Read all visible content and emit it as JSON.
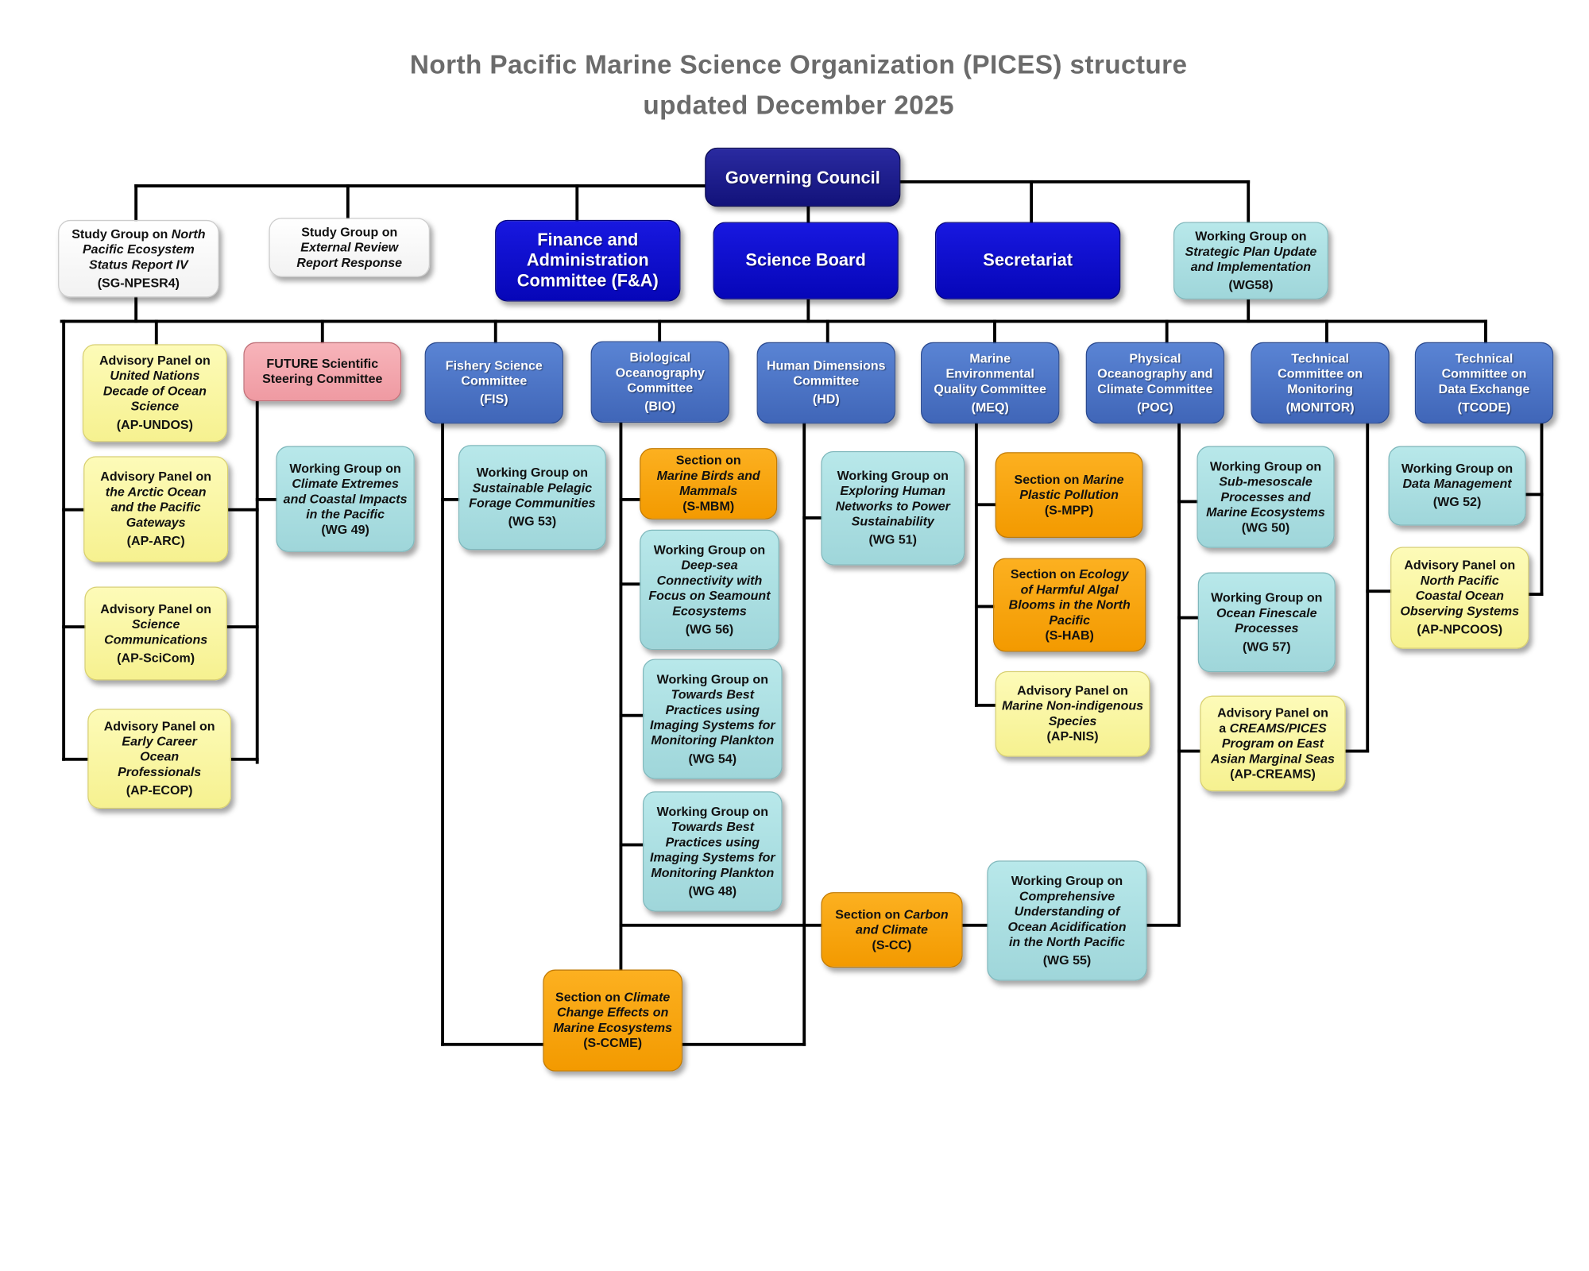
{
  "title": {
    "line1": "North Pacific Marine Science Organization (PICES) structure",
    "line2": "updated December 2025"
  },
  "colors": {
    "navy": "#1a1a8c",
    "blue": "#0a0ad0",
    "committee": "#4a72c4",
    "working_group": "#a8dde0",
    "advisory_panel": "#fbf8a0",
    "section": "#f9a30b",
    "future": "#f4a4ac"
  },
  "boxes": [
    {
      "id": "gc",
      "lines": [
        [
          {
            "t": "Governing Council"
          }
        ]
      ]
    },
    {
      "id": "sg-npesr4",
      "lines": [
        [
          {
            "t": "Study Group on "
          },
          {
            "t": "North",
            "i": 1
          }
        ],
        [
          {
            "t": "Pacific Ecosystem",
            "i": 1
          }
        ],
        [
          {
            "t": "Status Report IV",
            "i": 1
          }
        ],
        [
          {
            "t": "(SG-NPESR4)",
            "c": 1
          }
        ]
      ]
    },
    {
      "id": "sg-err",
      "lines": [
        [
          {
            "t": "Study Group on"
          }
        ],
        [
          {
            "t": "External Review",
            "i": 1
          }
        ],
        [
          {
            "t": "Report Response",
            "i": 1
          }
        ]
      ]
    },
    {
      "id": "fa",
      "lines": [
        [
          {
            "t": "Finance and"
          }
        ],
        [
          {
            "t": "Administration"
          }
        ],
        [
          {
            "t": "Committee (F&A)"
          }
        ]
      ]
    },
    {
      "id": "sb",
      "lines": [
        [
          {
            "t": "Science Board"
          }
        ]
      ]
    },
    {
      "id": "sec",
      "lines": [
        [
          {
            "t": "Secretariat"
          }
        ]
      ]
    },
    {
      "id": "wg58",
      "lines": [
        [
          {
            "t": "Working Group on"
          }
        ],
        [
          {
            "t": "Strategic Plan Update",
            "i": 1
          }
        ],
        [
          {
            "t": "and Implementation",
            "i": 1
          }
        ],
        [
          {
            "t": "(WG58)",
            "c": 1
          }
        ]
      ]
    },
    {
      "id": "ap-undos",
      "lines": [
        [
          {
            "t": "Advisory Panel on"
          }
        ],
        [
          {
            "t": "United Nations",
            "i": 1
          }
        ],
        [
          {
            "t": "Decade of Ocean",
            "i": 1
          }
        ],
        [
          {
            "t": "Science",
            "i": 1
          }
        ],
        [
          {
            "t": "(AP-UNDOS)",
            "c": 1
          }
        ]
      ]
    },
    {
      "id": "future",
      "lines": [
        [
          {
            "t": "FUTURE Scientific"
          }
        ],
        [
          {
            "t": "Steering Committee"
          }
        ]
      ]
    },
    {
      "id": "fis",
      "lines": [
        [
          {
            "t": "Fishery Science"
          }
        ],
        [
          {
            "t": "Committee"
          }
        ],
        [
          {
            "t": "(FIS)",
            "c": 1
          }
        ]
      ]
    },
    {
      "id": "bio",
      "lines": [
        [
          {
            "t": "Biological"
          }
        ],
        [
          {
            "t": "Oceanography"
          }
        ],
        [
          {
            "t": "Committee"
          }
        ],
        [
          {
            "t": "(BIO)",
            "c": 1
          }
        ]
      ]
    },
    {
      "id": "hd",
      "lines": [
        [
          {
            "t": "Human Dimensions"
          }
        ],
        [
          {
            "t": "Committee"
          }
        ],
        [
          {
            "t": "(HD)",
            "c": 1
          }
        ]
      ]
    },
    {
      "id": "meq",
      "lines": [
        [
          {
            "t": "Marine"
          }
        ],
        [
          {
            "t": "Environmental"
          }
        ],
        [
          {
            "t": "Quality Committee"
          }
        ],
        [
          {
            "t": "(MEQ)",
            "c": 1
          }
        ]
      ]
    },
    {
      "id": "poc",
      "lines": [
        [
          {
            "t": "Physical"
          }
        ],
        [
          {
            "t": "Oceanography and"
          }
        ],
        [
          {
            "t": "Climate Committee"
          }
        ],
        [
          {
            "t": "(POC)",
            "c": 1
          }
        ]
      ]
    },
    {
      "id": "monitor",
      "lines": [
        [
          {
            "t": "Technical"
          }
        ],
        [
          {
            "t": "Committee on"
          }
        ],
        [
          {
            "t": "Monitoring"
          }
        ],
        [
          {
            "t": "(MONITOR)",
            "c": 1
          }
        ]
      ]
    },
    {
      "id": "tcode",
      "lines": [
        [
          {
            "t": "Technical"
          }
        ],
        [
          {
            "t": "Committee on"
          }
        ],
        [
          {
            "t": "Data Exchange"
          }
        ],
        [
          {
            "t": "(TCODE)",
            "c": 1
          }
        ]
      ]
    },
    {
      "id": "ap-arc",
      "lines": [
        [
          {
            "t": "Advisory Panel on"
          }
        ],
        [
          {
            "t": "the Arctic Ocean",
            "i": 1
          }
        ],
        [
          {
            "t": "and the Pacific",
            "i": 1
          }
        ],
        [
          {
            "t": "Gateways",
            "i": 1
          }
        ],
        [
          {
            "t": "(AP-ARC)",
            "c": 1
          }
        ]
      ]
    },
    {
      "id": "ap-scicom",
      "lines": [
        [
          {
            "t": "Advisory Panel on"
          }
        ],
        [
          {
            "t": "Science",
            "i": 1
          }
        ],
        [
          {
            "t": "Communications",
            "i": 1
          }
        ],
        [
          {
            "t": "(AP-SciCom)",
            "c": 1
          }
        ]
      ]
    },
    {
      "id": "ap-ecop",
      "lines": [
        [
          {
            "t": "Advisory Panel on"
          }
        ],
        [
          {
            "t": "Early Career",
            "i": 1
          }
        ],
        [
          {
            "t": "Ocean",
            "i": 1
          }
        ],
        [
          {
            "t": "Professionals",
            "i": 1
          }
        ],
        [
          {
            "t": "(AP-ECOP)",
            "c": 1
          }
        ]
      ]
    },
    {
      "id": "wg49",
      "lines": [
        [
          {
            "t": "Working Group on"
          }
        ],
        [
          {
            "t": "Climate Extremes",
            "i": 1
          }
        ],
        [
          {
            "t": "and Coastal Impacts",
            "i": 1
          }
        ],
        [
          {
            "t": "in the Pacific",
            "i": 1
          }
        ],
        [
          {
            "t": "(WG 49)"
          }
        ]
      ]
    },
    {
      "id": "wg53",
      "lines": [
        [
          {
            "t": "Working Group on"
          }
        ],
        [
          {
            "t": "Sustainable Pelagic",
            "i": 1
          }
        ],
        [
          {
            "t": "Forage Communities",
            "i": 1
          }
        ],
        [
          {
            "t": "(WG 53)",
            "c": 1
          }
        ]
      ]
    },
    {
      "id": "s-mbm",
      "lines": [
        [
          {
            "t": "Section on"
          }
        ],
        [
          {
            "t": "Marine Birds and",
            "i": 1
          }
        ],
        [
          {
            "t": "Mammals",
            "i": 1
          }
        ],
        [
          {
            "t": "(S-MBM)"
          }
        ]
      ]
    },
    {
      "id": "wg56",
      "lines": [
        [
          {
            "t": "Working Group on"
          }
        ],
        [
          {
            "t": "Deep-sea",
            "i": 1
          }
        ],
        [
          {
            "t": "Connectivity with",
            "i": 1
          }
        ],
        [
          {
            "t": "Focus on Seamount",
            "i": 1
          }
        ],
        [
          {
            "t": "Ecosystems",
            "i": 1
          }
        ],
        [
          {
            "t": "(WG 56)",
            "c": 1
          }
        ]
      ]
    },
    {
      "id": "wg54",
      "lines": [
        [
          {
            "t": "Working Group on"
          }
        ],
        [
          {
            "t": "Towards Best",
            "i": 1
          }
        ],
        [
          {
            "t": "Practices using",
            "i": 1
          }
        ],
        [
          {
            "t": "Imaging Systems for",
            "i": 1
          }
        ],
        [
          {
            "t": "Monitoring Plankton",
            "i": 1
          }
        ],
        [
          {
            "t": "(WG 54)",
            "c": 1
          }
        ]
      ]
    },
    {
      "id": "wg48",
      "lines": [
        [
          {
            "t": "Working Group on"
          }
        ],
        [
          {
            "t": "Towards Best",
            "i": 1
          }
        ],
        [
          {
            "t": "Practices using",
            "i": 1
          }
        ],
        [
          {
            "t": "Imaging Systems for",
            "i": 1
          }
        ],
        [
          {
            "t": "Monitoring Plankton",
            "i": 1
          }
        ],
        [
          {
            "t": "(WG 48)",
            "c": 1
          }
        ]
      ]
    },
    {
      "id": "s-ccme",
      "lines": [
        [
          {
            "t": "Section on "
          },
          {
            "t": "Climate",
            "i": 1
          }
        ],
        [
          {
            "t": "Change Effects on",
            "i": 1
          }
        ],
        [
          {
            "t": "Marine Ecosystems",
            "i": 1
          }
        ],
        [
          {
            "t": "(S-CCME)"
          }
        ]
      ]
    },
    {
      "id": "wg51",
      "lines": [
        [
          {
            "t": "Working Group on"
          }
        ],
        [
          {
            "t": "Exploring Human",
            "i": 1
          }
        ],
        [
          {
            "t": "Networks to Power",
            "i": 1
          }
        ],
        [
          {
            "t": "Sustainability",
            "i": 1
          }
        ],
        [
          {
            "t": "(WG 51)",
            "c": 1
          }
        ]
      ]
    },
    {
      "id": "s-cc",
      "lines": [
        [
          {
            "t": "Section on "
          },
          {
            "t": "Carbon",
            "i": 1
          }
        ],
        [
          {
            "t": "and Climate",
            "i": 1
          }
        ],
        [
          {
            "t": "(S-CC)"
          }
        ]
      ]
    },
    {
      "id": "wg55",
      "lines": [
        [
          {
            "t": "Working Group on"
          }
        ],
        [
          {
            "t": "Comprehensive",
            "i": 1
          }
        ],
        [
          {
            "t": "Understanding of",
            "i": 1
          }
        ],
        [
          {
            "t": "Ocean Acidification",
            "i": 1
          }
        ],
        [
          {
            "t": "in the North Pacific",
            "i": 1
          }
        ],
        [
          {
            "t": "(WG 55)",
            "c": 1
          }
        ]
      ]
    },
    {
      "id": "s-mpp",
      "lines": [
        [
          {
            "t": "Section on "
          },
          {
            "t": "Marine",
            "i": 1
          }
        ],
        [
          {
            "t": "Plastic Pollution",
            "i": 1
          }
        ],
        [
          {
            "t": "(S-MPP)"
          }
        ]
      ]
    },
    {
      "id": "s-hab",
      "lines": [
        [
          {
            "t": "Section on "
          },
          {
            "t": "Ecology",
            "i": 1
          }
        ],
        [
          {
            "t": "of Harmful Algal",
            "i": 1
          }
        ],
        [
          {
            "t": "Blooms in the North",
            "i": 1
          }
        ],
        [
          {
            "t": "Pacific",
            "i": 1
          }
        ],
        [
          {
            "t": "(S-HAB)"
          }
        ]
      ]
    },
    {
      "id": "ap-nis",
      "lines": [
        [
          {
            "t": "Advisory Panel on"
          }
        ],
        [
          {
            "t": "Marine Non-indigenous",
            "i": 1
          }
        ],
        [
          {
            "t": "Species",
            "i": 1
          }
        ],
        [
          {
            "t": "(AP-NIS)"
          }
        ]
      ]
    },
    {
      "id": "wg50",
      "lines": [
        [
          {
            "t": "Working Group on"
          }
        ],
        [
          {
            "t": "Sub-mesoscale",
            "i": 1
          }
        ],
        [
          {
            "t": "Processes and",
            "i": 1
          }
        ],
        [
          {
            "t": "Marine Ecosystems",
            "i": 1
          }
        ],
        [
          {
            "t": "(WG 50)"
          }
        ]
      ]
    },
    {
      "id": "wg57",
      "lines": [
        [
          {
            "t": "Working Group on"
          }
        ],
        [
          {
            "t": "Ocean Finescale",
            "i": 1
          }
        ],
        [
          {
            "t": "Processes",
            "i": 1
          }
        ],
        [
          {
            "t": "(WG 57)",
            "c": 1
          }
        ]
      ]
    },
    {
      "id": "ap-creams",
      "lines": [
        [
          {
            "t": "Advisory Panel on"
          }
        ],
        [
          {
            "t": "a "
          },
          {
            "t": "CREAMS/PICES",
            "i": 1
          }
        ],
        [
          {
            "t": "Program on East",
            "i": 1
          }
        ],
        [
          {
            "t": "Asian Marginal Seas",
            "i": 1
          }
        ],
        [
          {
            "t": "(AP-CREAMS)"
          }
        ]
      ]
    },
    {
      "id": "wg52",
      "lines": [
        [
          {
            "t": "Working Group on"
          }
        ],
        [
          {
            "t": "Data Management",
            "i": 1
          }
        ],
        [
          {
            "t": "(WG 52)",
            "c": 1
          }
        ]
      ]
    },
    {
      "id": "ap-npcoos",
      "lines": [
        [
          {
            "t": "Advisory Panel on"
          }
        ],
        [
          {
            "t": "North Pacific",
            "i": 1
          }
        ],
        [
          {
            "t": "Coastal Ocean",
            "i": 1
          }
        ],
        [
          {
            "t": "Observing Systems",
            "i": 1
          }
        ],
        [
          {
            "t": "(AP-NPCOOS)",
            "c": 1
          }
        ]
      ]
    }
  ]
}
